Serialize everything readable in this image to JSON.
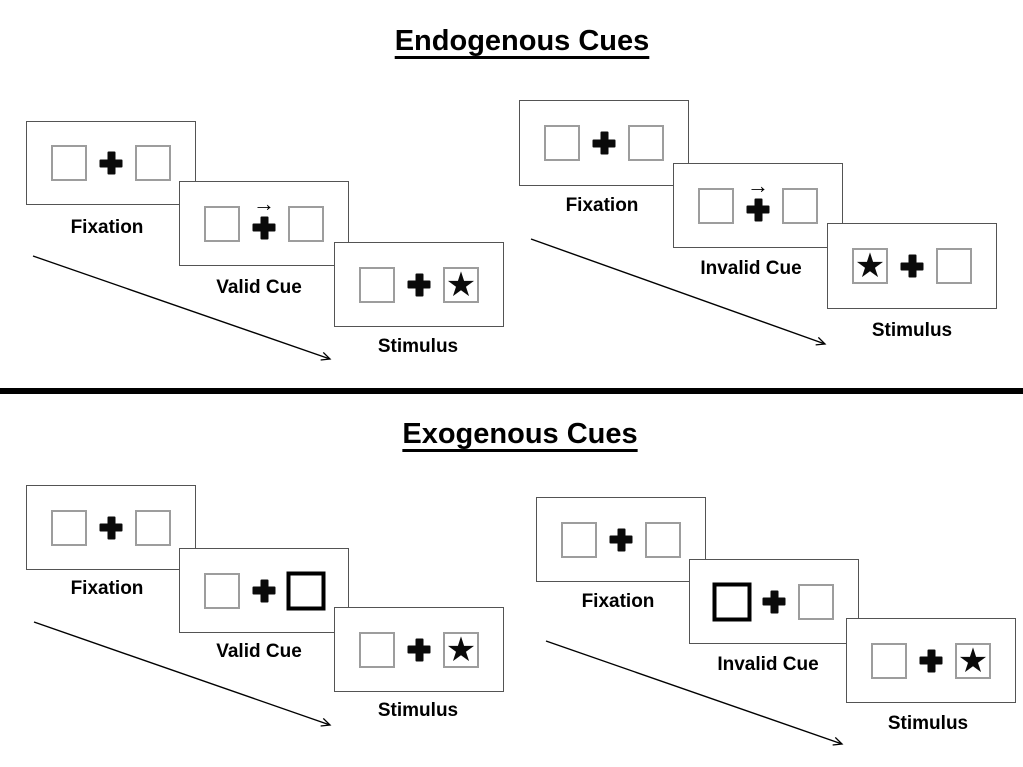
{
  "diagram": {
    "kind": "posner-cueing-paradigm",
    "colors": {
      "ink": "#000000",
      "panel_border": "#545454",
      "box_border": "#9d9d9d",
      "background": "#ffffff"
    },
    "icons": {
      "fixation_cross": "heavy-plus-icon",
      "cue_arrow": "→",
      "target_star": "★"
    }
  },
  "sections": [
    {
      "id": "endogenous",
      "title": "Endogenous Cues",
      "sequences": [
        {
          "name": "valid",
          "panels": [
            {
              "label": "Fixation",
              "left_symbol": "",
              "right_symbol": "",
              "cue_symbol": ""
            },
            {
              "label": "Valid Cue",
              "left_symbol": "",
              "right_symbol": "",
              "cue_symbol": "→",
              "cued_side": "right"
            },
            {
              "label": "Stimulus",
              "left_symbol": "",
              "right_symbol": "★",
              "cue_symbol": ""
            }
          ]
        },
        {
          "name": "invalid",
          "panels": [
            {
              "label": "Fixation",
              "left_symbol": "",
              "right_symbol": "",
              "cue_symbol": ""
            },
            {
              "label": "Invalid Cue",
              "left_symbol": "",
              "right_symbol": "",
              "cue_symbol": "→",
              "cued_side": "right"
            },
            {
              "label": "Stimulus",
              "left_symbol": "★",
              "right_symbol": "",
              "cue_symbol": ""
            }
          ]
        }
      ]
    },
    {
      "id": "exogenous",
      "title": "Exogenous Cues",
      "sequences": [
        {
          "name": "valid",
          "panels": [
            {
              "label": "Fixation",
              "left_symbol": "",
              "right_symbol": "",
              "cue_symbol": ""
            },
            {
              "label": "Valid Cue",
              "left_symbol": "",
              "right_symbol": "",
              "cue_symbol": "",
              "cued_side": "right"
            },
            {
              "label": "Stimulus",
              "left_symbol": "",
              "right_symbol": "★",
              "cue_symbol": ""
            }
          ]
        },
        {
          "name": "invalid",
          "panels": [
            {
              "label": "Fixation",
              "left_symbol": "",
              "right_symbol": "",
              "cue_symbol": ""
            },
            {
              "label": "Invalid Cue",
              "left_symbol": "",
              "right_symbol": "",
              "cue_symbol": "",
              "cued_side": "left"
            },
            {
              "label": "Stimulus",
              "left_symbol": "",
              "right_symbol": "★",
              "cue_symbol": ""
            }
          ]
        }
      ]
    }
  ]
}
